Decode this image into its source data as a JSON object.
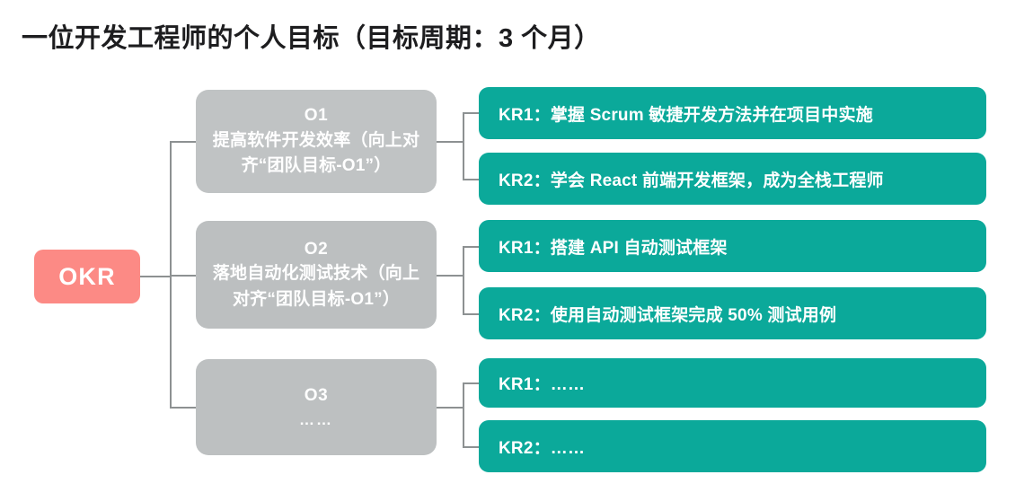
{
  "page": {
    "title": "一位开发工程师的个人目标（目标周期：3 个月）",
    "background_color": "#ffffff"
  },
  "colors": {
    "root_accent": "#fc8a85",
    "objective_gray": "#c0c3c4",
    "key_result_teal": "#0ba99a",
    "connector_gray": "#8d9192",
    "title_text": "#1d1d1f",
    "node_text": "#ffffff"
  },
  "tree": {
    "root": {
      "label": "OKR"
    },
    "objectives": [
      {
        "code": "O1",
        "description": "提高软件开发效率（向上对齐“团队目标-O1”）",
        "key_results": [
          {
            "label": "KR1：掌握 Scrum 敏捷开发方法并在项目中实施"
          },
          {
            "label": "KR2：学会 React 前端开发框架，成为全栈工程师"
          }
        ]
      },
      {
        "code": "O2",
        "description": "落地自动化测试技术（向上对齐“团队目标-O1”）",
        "key_results": [
          {
            "label": "KR1：搭建 API 自动测试框架"
          },
          {
            "label": "KR2：使用自动测试框架完成 50% 测试用例"
          }
        ]
      },
      {
        "code": "O3",
        "description": "……",
        "key_results": [
          {
            "label": "KR1：……"
          },
          {
            "label": "KR2：……"
          }
        ]
      }
    ]
  }
}
